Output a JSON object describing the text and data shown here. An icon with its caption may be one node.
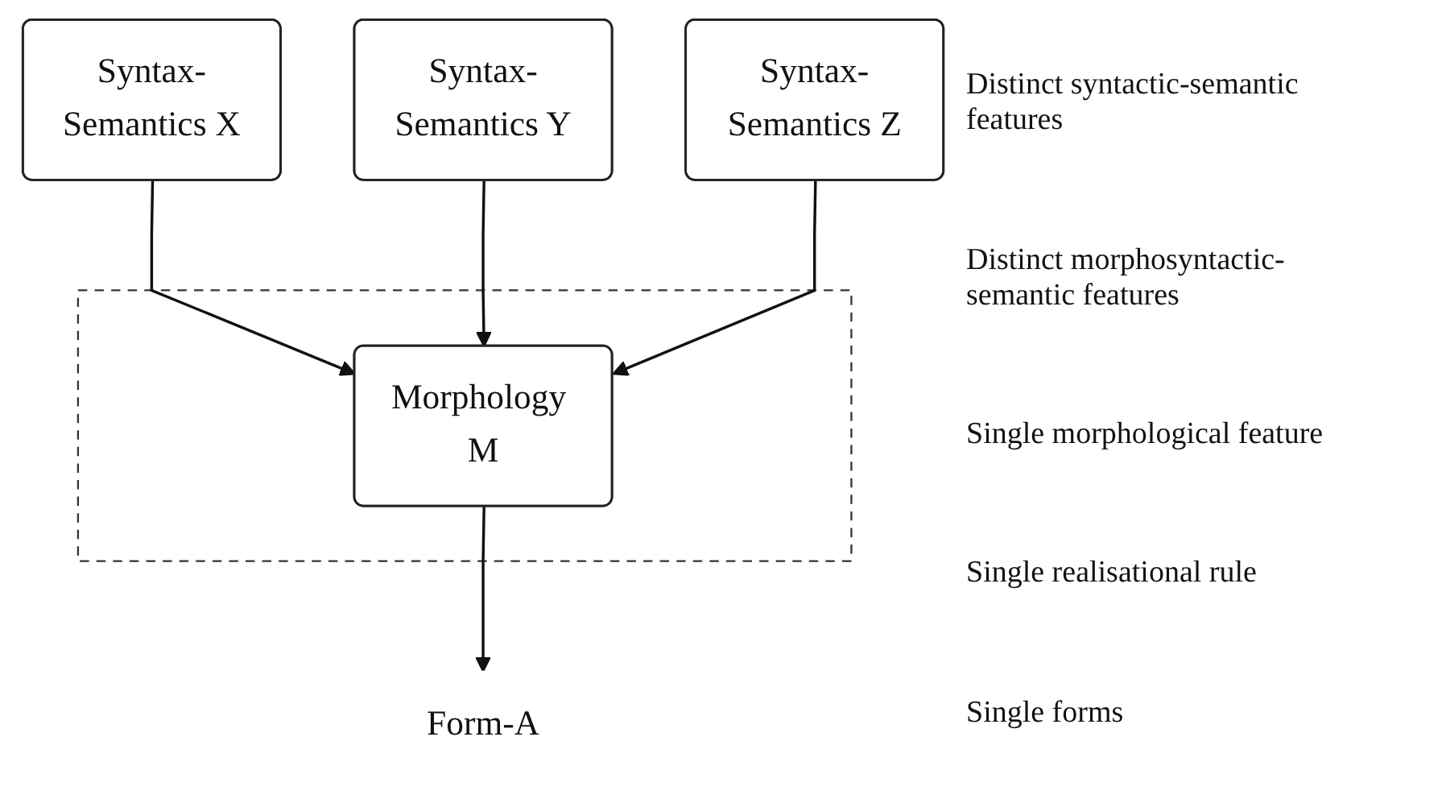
{
  "diagram": {
    "nodes": [
      {
        "text": [
          "Syntax-Semantics X"
        ]
      },
      {
        "text": [
          "Syntax-Semantics Y"
        ]
      },
      {
        "text": [
          "Syntax-Semantics Z"
        ]
      },
      {
        "text": [],
        "shape": "box"
      },
      {
        "text": [
          "Morphology M"
        ],
        "in": 3
      },
      {
        "text": [
          "Form-A"
        ]
      }
    ],
    "edges": [
      {
        "from": 0,
        "to": 4,
        "arrow": "to"
      },
      {
        "from": 1,
        "to": 4,
        "arrow": "to"
      },
      {
        "from": 2,
        "to": 4,
        "arrow": "to"
      },
      {
        "from": 4,
        "to": 5,
        "arrow": "to"
      }
    ],
    "labels": [
      "Distinct syntactic-semantic features",
      "Distinct morphosyntactic-semantic features",
      "Single morphological feature",
      "Single realisational rule",
      "Single forms"
    ]
  }
}
